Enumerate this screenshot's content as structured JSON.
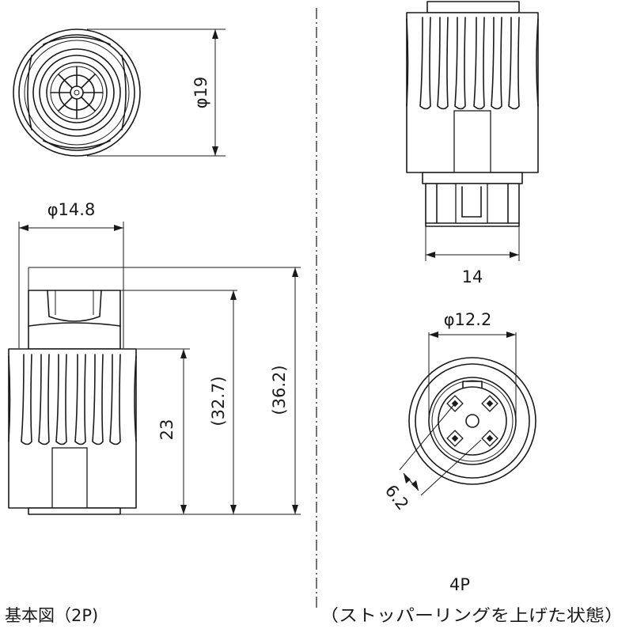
{
  "dimensions": {
    "end_view_diameter": "φ19",
    "body_diameter": "φ14.8",
    "body_height": "23",
    "length_short": "(32.7)",
    "length_long": "(36.2)",
    "width_4p": "14",
    "inner_diameter_4p": "φ12.2",
    "pin_spacing": "6.2"
  },
  "captions": {
    "left": "基本図（2P)",
    "right_title": "4P",
    "right_note": "（ストッパーリングを上げた状態）"
  }
}
